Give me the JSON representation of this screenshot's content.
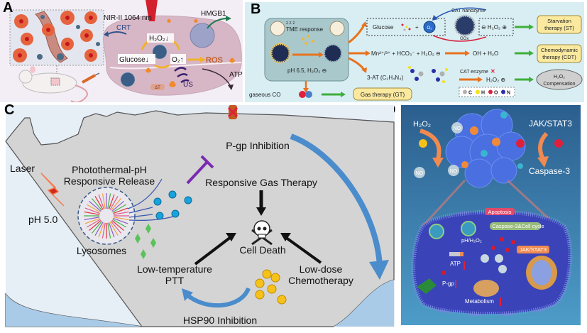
{
  "figure": {
    "panels": {
      "A": {
        "label": "A",
        "texts": {
          "nir": "NIR-II 1064 nm",
          "crt": "CRT",
          "hmgb1": "HMGB1",
          "h2o2": "H₂O₂↓",
          "glucose": "Glucose↓",
          "o2": "O₂↑",
          "ros": "ROS",
          "us": "US",
          "atp": "ATP",
          "delta_t": "ΔT"
        }
      },
      "B": {
        "label": "B",
        "texts": {
          "tme": "TME response",
          "ph": "pH 6.5, H₂O₂ ⊖",
          "gaseous_co": "gaseous CO",
          "gas_therapy": "Gas therapy (GT)",
          "glucose": "Glucose",
          "o2": "O₂",
          "cat_nanozyme": "CAT nanozyme",
          "gox": "GOx",
          "h2o2_row1": "⊖ H₂O₂ ⊕",
          "mn_reaction": "Mn²⁺/³⁺ + HCO₃⁻ + H₂O₂ ⊖",
          "oh_h2o": "OH + H₂O",
          "at3": "3-AT (C₂H₄N₄)",
          "cat_enzyme": "CAT enzyme",
          "cat_enzyme_x": "✕",
          "h2o2_row3": "H₂O₂ ⊕",
          "starvation": [
            "Starvation",
            "therapy (ST)"
          ],
          "cdt": [
            "Chemodynamic",
            "therapy (CDT)"
          ],
          "compensation": [
            "H₂O₂",
            "Compensation"
          ],
          "legend": [
            {
              "symbol": "C",
              "color": "#b0b0b0"
            },
            {
              "symbol": "H",
              "color": "#f2e21a"
            },
            {
              "symbol": "O",
              "color": "#e0203a"
            },
            {
              "symbol": "N",
              "color": "#2a2fa8"
            }
          ]
        }
      },
      "C": {
        "label": "C",
        "texts": {
          "laser": "Laser",
          "release": [
            "Photothermal-pH",
            "Responsive Release"
          ],
          "ph": "pH 5.0",
          "lysosomes": "Lysosomes",
          "pgp": "P-gp Inhibition",
          "gas": "Responsive Gas Therapy",
          "death": "Cell Death",
          "ptt": [
            "Low-temperature",
            "PTT"
          ],
          "chemo": [
            "Low-dose",
            "Chemotherapy"
          ],
          "hsp90": "HSP90 Inhibition"
        }
      },
      "D": {
        "label": "D",
        "texts": {
          "h2o2": "H₂O₂",
          "jak_top": "JAK/STAT3",
          "caspase3": "Caspase-3",
          "no": "NO",
          "apoptosis": "Apoptosis",
          "caspase_cycle": "Caspase-3&Cell cycle",
          "ph_h2o2": "pH/H₂O₂",
          "jak_inner": "JAK/STAT3",
          "atp": "ATP",
          "pgp": "P-gp",
          "metabolism": "Metabolism"
        }
      }
    },
    "colors": {
      "panelA_bg": "#eee8f2",
      "panelB_bg": "#d8eef3",
      "panelC_bg": "#d4d4d4",
      "panelC_sky": "#e6eef6",
      "panelD_bg": "#2f6f9e",
      "orange_arrow": "#e8731e",
      "green_arrow": "#3fae3a",
      "box_yellow": "#fbe9a0",
      "box_gray": "#cfcfcf"
    }
  }
}
